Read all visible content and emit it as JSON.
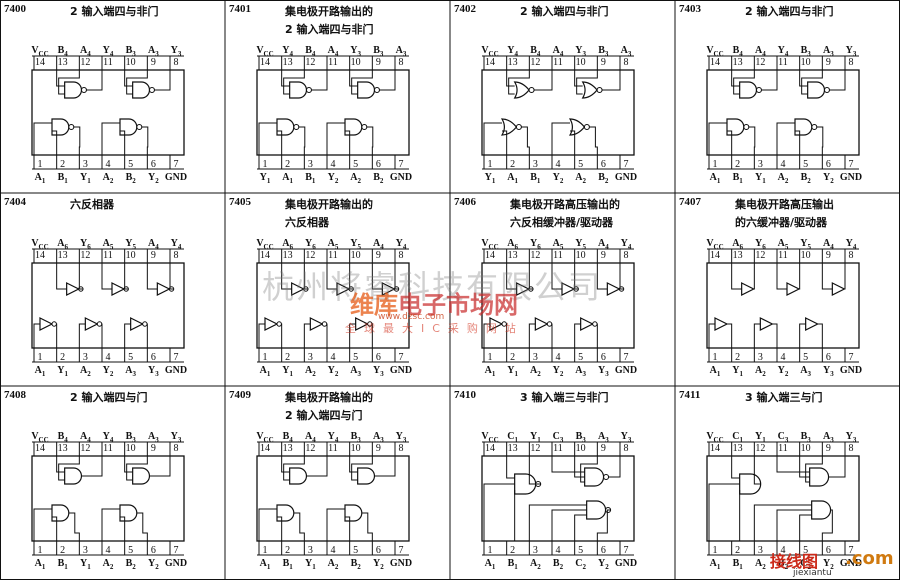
{
  "cells": [
    {
      "num": "7400",
      "title": [
        "2 输入端四与非门"
      ],
      "type": "nand2",
      "top": [
        "Vcc",
        "B4",
        "A4",
        "Y4",
        "B3",
        "A3",
        "Y3"
      ],
      "bottom": [
        "A1",
        "B1",
        "Y1",
        "A2",
        "B2",
        "Y2",
        "GND"
      ]
    },
    {
      "num": "7401",
      "title": [
        "集电极开路输出的",
        "2 输入端四与非门"
      ],
      "type": "nand2",
      "top": [
        "Vcc",
        "Y4",
        "B4",
        "A4",
        "Y3",
        "B3",
        "A3"
      ],
      "bottom": [
        "Y1",
        "A1",
        "B1",
        "Y2",
        "A2",
        "B2",
        "GND"
      ]
    },
    {
      "num": "7402",
      "title": [
        "2 输入端四与非门"
      ],
      "type": "nor2",
      "top": [
        "Vcc",
        "Y4",
        "B4",
        "A4",
        "Y3",
        "B3",
        "A3"
      ],
      "bottom": [
        "Y1",
        "A1",
        "B1",
        "Y2",
        "A2",
        "B2",
        "GND"
      ]
    },
    {
      "num": "7403",
      "title": [
        "2 输入端四与非门"
      ],
      "type": "nand2",
      "top": [
        "Vcc",
        "B4",
        "A4",
        "Y4",
        "B3",
        "A3",
        "Y3"
      ],
      "bottom": [
        "A1",
        "B1",
        "Y1",
        "A2",
        "B2",
        "Y2",
        "GND"
      ]
    },
    {
      "num": "7404",
      "title": [
        "六反相器"
      ],
      "type": "inv",
      "top": [
        "Vcc",
        "A6",
        "Y6",
        "A5",
        "Y5",
        "A4",
        "Y4"
      ],
      "bottom": [
        "A1",
        "Y1",
        "A2",
        "Y2",
        "A3",
        "Y3",
        "GND"
      ]
    },
    {
      "num": "7405",
      "title": [
        "集电极开路输出的",
        "六反相器"
      ],
      "type": "inv",
      "top": [
        "Vcc",
        "A6",
        "Y6",
        "A5",
        "Y5",
        "A4",
        "Y4"
      ],
      "bottom": [
        "A1",
        "Y1",
        "A2",
        "Y2",
        "A3",
        "Y3",
        "GND"
      ]
    },
    {
      "num": "7406",
      "title": [
        "集电极开路高压输出的",
        "六反相缓冲器/驱动器"
      ],
      "type": "inv",
      "top": [
        "Vcc",
        "A6",
        "Y6",
        "A5",
        "Y5",
        "A4",
        "Y4"
      ],
      "bottom": [
        "A1",
        "Y1",
        "A2",
        "Y2",
        "A3",
        "Y3",
        "GND"
      ]
    },
    {
      "num": "7407",
      "title": [
        "集电极开路高压输出",
        "的六缓冲器/驱动器"
      ],
      "type": "buf",
      "top": [
        "Vcc",
        "A6",
        "Y6",
        "A5",
        "Y5",
        "A4",
        "Y4"
      ],
      "bottom": [
        "A1",
        "Y1",
        "A2",
        "Y2",
        "A3",
        "Y3",
        "GND"
      ]
    },
    {
      "num": "7408",
      "title": [
        "2 输入端四与门"
      ],
      "type": "and2",
      "top": [
        "Vcc",
        "B4",
        "A4",
        "Y4",
        "B3",
        "A3",
        "Y3"
      ],
      "bottom": [
        "A1",
        "B1",
        "Y1",
        "A2",
        "B2",
        "Y2",
        "GND"
      ]
    },
    {
      "num": "7409",
      "title": [
        "集电极开路输出的",
        "2 输入端四与门"
      ],
      "type": "and2",
      "top": [
        "Vcc",
        "B4",
        "A4",
        "Y4",
        "B3",
        "A3",
        "Y3"
      ],
      "bottom": [
        "A1",
        "B1",
        "Y1",
        "A2",
        "B2",
        "Y2",
        "GND"
      ]
    },
    {
      "num": "7410",
      "title": [
        "3 输入端三与非门"
      ],
      "type": "nand3",
      "top": [
        "Vcc",
        "C1",
        "Y1",
        "C3",
        "B3",
        "A3",
        "Y3"
      ],
      "bottom": [
        "A1",
        "B1",
        "A2",
        "B2",
        "C2",
        "Y2",
        "GND"
      ]
    },
    {
      "num": "7411",
      "title": [
        "3 输入端三与门"
      ],
      "type": "and3",
      "top": [
        "Vcc",
        "C1",
        "Y1",
        "C3",
        "B3",
        "A3",
        "Y3"
      ],
      "bottom": [
        "A1",
        "B1",
        "A2",
        "B2",
        "C2",
        "Y2",
        "GND"
      ]
    }
  ],
  "top_pin_numbers": [
    "14",
    "13",
    "12",
    "11",
    "10",
    "9",
    "8"
  ],
  "bottom_pin_numbers": [
    "1",
    "2",
    "3",
    "4",
    "5",
    "6",
    "7"
  ],
  "watermarks": {
    "company": "杭州将睿科技有限公司",
    "brand": "维库",
    "site": "电子市场网",
    "url": "www.dzsc.com",
    "slogan": "全球最大IC采购网站",
    "jx_logo": "接线图",
    "jx_com": ".com",
    "jx_url": "jiexiantu"
  },
  "colors": {
    "line": "#111111",
    "brand_orange": "#e65a14",
    "brand_red": "#c82828"
  }
}
